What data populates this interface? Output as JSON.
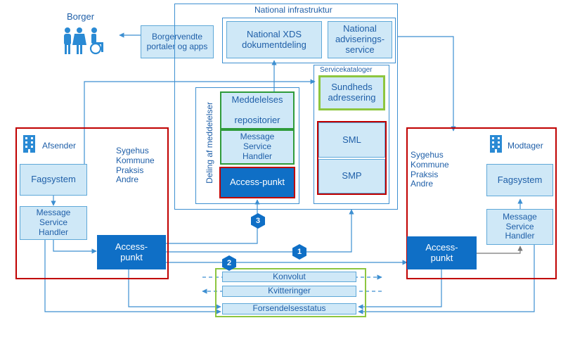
{
  "citizen": {
    "label": "Borger",
    "icon": "people-wheelchair-icon"
  },
  "portal": {
    "label": "Borgervendte\nportaler og apps"
  },
  "national": {
    "title": "National infrastruktur",
    "xds": "National XDS\ndokumentdeling",
    "notify": "National\nadviserings-\nservice"
  },
  "sharing": {
    "vertical_label": "Deling af meddelelser",
    "repo": "Meddelelses\n\nrepositorier",
    "msh": "Message\nService\nHandler",
    "ap": "Access-punkt"
  },
  "catalog": {
    "title": "Servicekataloger",
    "addr": "Sundheds\nadressering",
    "sml": "SML",
    "smp": "SMP"
  },
  "sender": {
    "title": "Afsender",
    "orgs": "Sygehus\nKommune\nPraksis\nAndre",
    "fag": "Fagsystem",
    "msh": "Message\nService\nHandler",
    "ap": "Access-\npunkt"
  },
  "receiver": {
    "title": "Modtager",
    "orgs": "Sygehus\nKommune\nPraksis\nAndre",
    "fag": "Fagsystem",
    "msh": "Message\nService\nHandler",
    "ap": "Access-\npunkt"
  },
  "messages": {
    "konvolut": "Konvolut",
    "kvitteringer": "Kvitteringer",
    "status": "Forsendelsesstatus"
  },
  "badges": [
    "1",
    "2",
    "3"
  ],
  "colors": {
    "blue_line": "#3d8fd1",
    "dark_blue": "#0f6fc6",
    "light_fill": "#cfe8f7",
    "red": "#c00000",
    "green": "#2e9b3a",
    "lime": "#8dc63f"
  }
}
